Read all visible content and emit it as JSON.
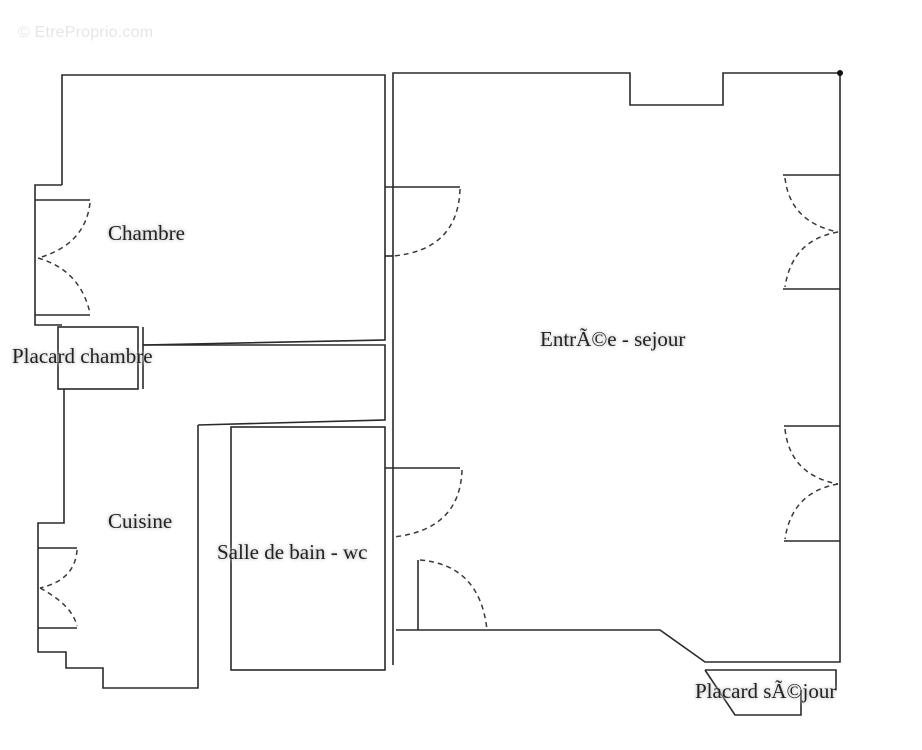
{
  "watermark": "© EtreProprio.com",
  "rooms": [
    {
      "id": "chambre",
      "label": "Chambre"
    },
    {
      "id": "placard-chambre",
      "label": "Placard chambre"
    },
    {
      "id": "entree-sejour",
      "label": "EntrÃ©e - sejour"
    },
    {
      "id": "cuisine",
      "label": "Cuisine"
    },
    {
      "id": "salle-de-bain",
      "label": "Salle de bain - wc"
    },
    {
      "id": "placard-sejour",
      "label": "Placard  sÃ©jour"
    }
  ],
  "colors": {
    "wall": "#2a2a2a",
    "background": "#ffffff",
    "watermark": "#e6e6e6"
  }
}
